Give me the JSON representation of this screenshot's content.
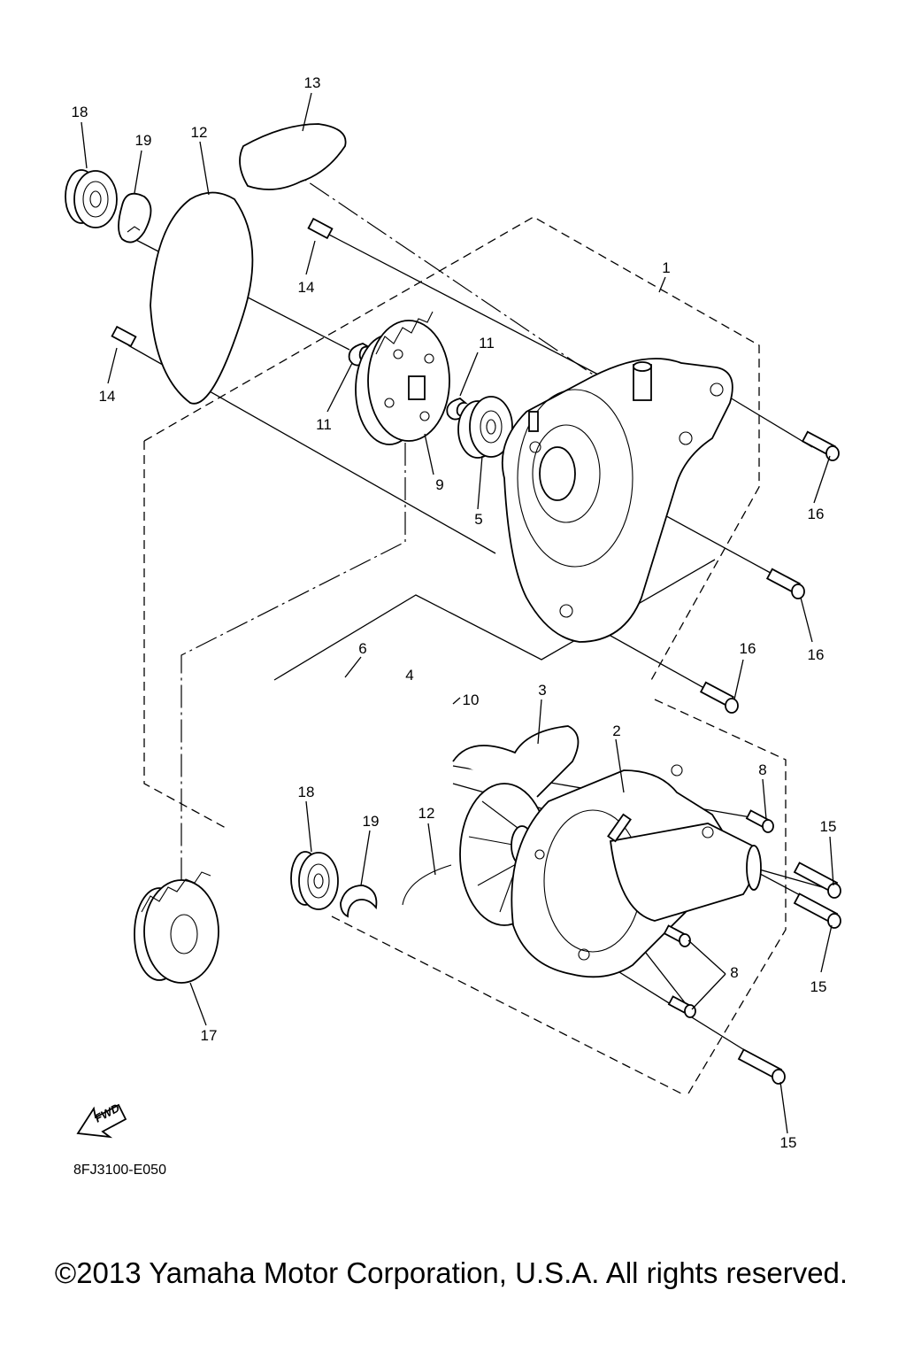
{
  "callouts": [
    {
      "id": "c18a",
      "label": "18"
    },
    {
      "id": "c19a",
      "label": "19"
    },
    {
      "id": "c12a",
      "label": "12"
    },
    {
      "id": "c13",
      "label": "13"
    },
    {
      "id": "c14a",
      "label": "14"
    },
    {
      "id": "c14b",
      "label": "14"
    },
    {
      "id": "c1",
      "label": "1"
    },
    {
      "id": "c11a",
      "label": "11"
    },
    {
      "id": "c11b",
      "label": "11"
    },
    {
      "id": "c9",
      "label": "9"
    },
    {
      "id": "c5",
      "label": "5"
    },
    {
      "id": "c16a",
      "label": "16"
    },
    {
      "id": "c16b",
      "label": "16"
    },
    {
      "id": "c16c",
      "label": "16"
    },
    {
      "id": "c6",
      "label": "6"
    },
    {
      "id": "c4",
      "label": "4"
    },
    {
      "id": "c10",
      "label": "10"
    },
    {
      "id": "c3",
      "label": "3"
    },
    {
      "id": "c2",
      "label": "2"
    },
    {
      "id": "c8a",
      "label": "8"
    },
    {
      "id": "c8b",
      "label": "8"
    },
    {
      "id": "c18b",
      "label": "18"
    },
    {
      "id": "c19b",
      "label": "19"
    },
    {
      "id": "c12b",
      "label": "12"
    },
    {
      "id": "c15a",
      "label": "15"
    },
    {
      "id": "c15b",
      "label": "15"
    },
    {
      "id": "c15c",
      "label": "15"
    },
    {
      "id": "c17",
      "label": "17"
    }
  ],
  "fwd_label": "FWD",
  "diagram_code": "8FJ3100-E050",
  "copyright": "©2013 Yamaha Motor Corporation, U.S.A. All rights reserved."
}
